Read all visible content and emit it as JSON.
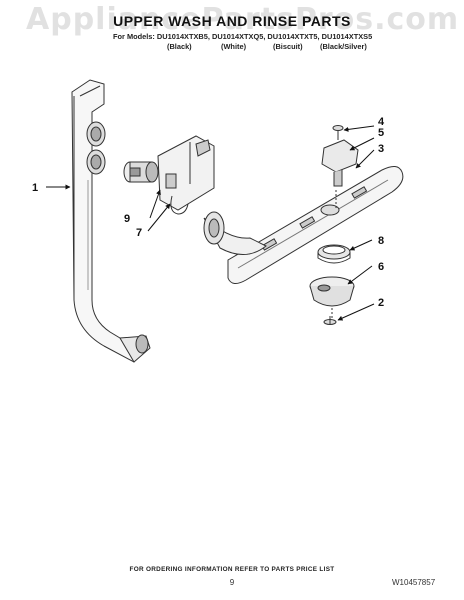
{
  "watermark": "AppliancePartsPros.com",
  "title": "UPPER WASH AND RINSE PARTS",
  "models_line": "For Models: DU1014XTXB5, DU1014XTXQ5, DU1014XTXT5, DU1014XTXS5",
  "colors": [
    "(Black)",
    "(White)",
    "(Biscuit)",
    "(Black/Silver)"
  ],
  "callouts": [
    "1",
    "2",
    "3",
    "4",
    "5",
    "6",
    "7",
    "8",
    "9"
  ],
  "footer": "FOR ORDERING INFORMATION REFER TO PARTS PRICE LIST",
  "page_number": "9",
  "doc_number": "W10457857"
}
